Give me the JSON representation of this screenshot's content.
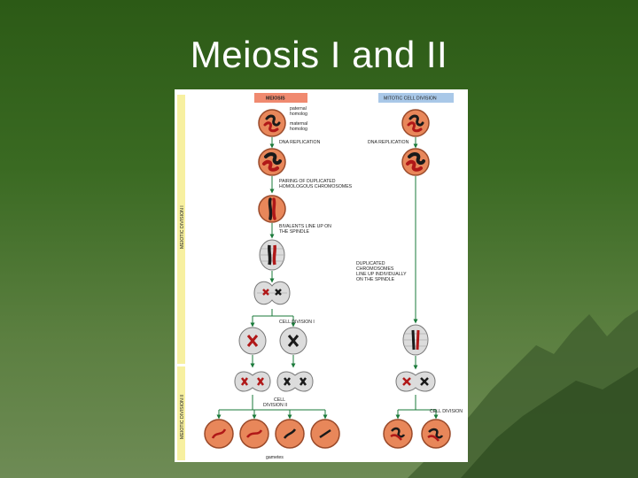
{
  "slide": {
    "title": "Meiosis I and II"
  },
  "figure": {
    "header_meiosis": "MEIOSIS",
    "header_mitotic": "MITOTIC CELL DIVISION",
    "side_label_1": "MEIOTIC DIVISION I",
    "side_label_2": "MEIOTIC DIVISION II",
    "label_paternal_1": "paternal",
    "label_paternal_2": "homolog",
    "label_maternal_1": "maternal",
    "label_maternal_2": "homolog",
    "label_dna_rep_left": "DNA REPLICATION",
    "label_dna_rep_right": "DNA REPLICATION",
    "label_pairing_1": "PAIRING OF DUPLICATED",
    "label_pairing_2": "HOMOLOGOUS CHROMOSOMES",
    "label_bivalents_1": "BIVALENTS LINE UP ON",
    "label_bivalents_2": "THE SPINDLE",
    "label_dup_1": "DUPLICATED",
    "label_dup_2": "CHROMOSOMES",
    "label_dup_3": "LINE UP INDIVIDUALLY",
    "label_dup_4": "ON THE SPINDLE",
    "label_celldiv1": "CELL DIVISION I",
    "label_celldiv2_1": "CELL",
    "label_celldiv2_2": "DIVISION II",
    "label_celldiv_right": "CELL DIVISION",
    "label_gametes": "gametes"
  },
  "colors": {
    "header_meiosis_bg": "#f08a70",
    "header_mitotic_bg": "#a9c8e8",
    "side_bar": "#f7f0a0",
    "cell_fill": "#e8875a",
    "cell_stroke": "#9a4a2a",
    "chrom_red": "#b01818",
    "chrom_dark": "#1a1a1a",
    "spindle_cell": "#dcdcdc",
    "arrow": "#1a7a3a"
  }
}
